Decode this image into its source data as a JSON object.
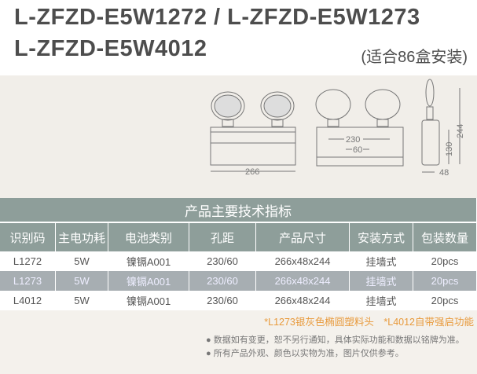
{
  "title": {
    "line1": "L-ZFZD-E5W1272 / L-ZFZD-E5W1273",
    "line2": "L-ZFZD-E5W4012",
    "note": "(适合86盒安装)"
  },
  "dimensions": {
    "width": "266",
    "hole_wide": "230",
    "hole_narrow": "60",
    "depth": "48",
    "body_height": "130",
    "total_height": "244"
  },
  "table": {
    "caption": "产品主要技术指标",
    "headers": [
      "识别码",
      "主电功耗",
      "电池类别",
      "孔距",
      "产品尺寸",
      "安装方式",
      "包装数量"
    ],
    "rows": [
      [
        "L1272",
        "5W",
        "镍镉A001",
        "230/60",
        "266x48x244",
        "挂墙式",
        "20pcs"
      ],
      [
        "L1273",
        "5W",
        "镍镉A001",
        "230/60",
        "266x48x244",
        "挂墙式",
        "20pcs"
      ],
      [
        "L4012",
        "5W",
        "镍镉A001",
        "230/60",
        "266x48x244",
        "挂墙式",
        "20pcs"
      ]
    ]
  },
  "footnote": "*L1273银灰色椭圆塑料头　*L4012自带强启功能",
  "bullets": [
    "● 数据如有变更，恕不另行通知，具体实际功能和数据以铭牌为准。",
    "● 所有产品外观、颜色以实物为准，图片仅供参考。"
  ]
}
